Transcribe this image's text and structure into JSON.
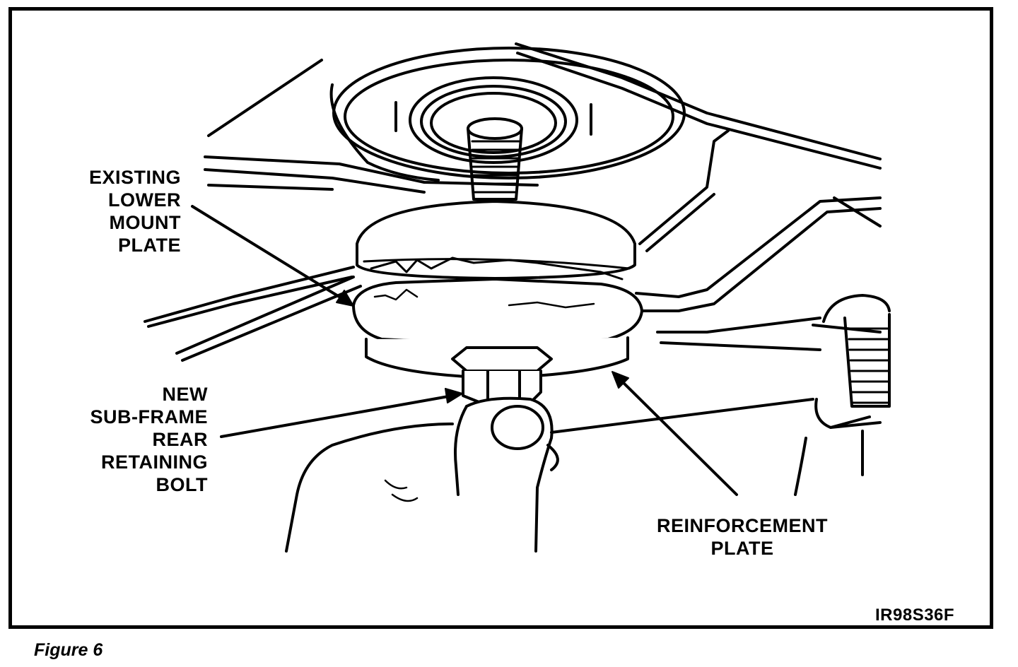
{
  "callouts": {
    "lower_mount_plate": "EXISTING\nLOWER\nMOUNT\nPLATE",
    "retaining_bolt": "NEW\nSUB-FRAME\nREAR\nRETAINING\nBOLT",
    "reinforcement_plate": "REINFORCEMENT\nPLATE"
  },
  "figure_code": "IR98S36F",
  "caption": "Figure 6"
}
